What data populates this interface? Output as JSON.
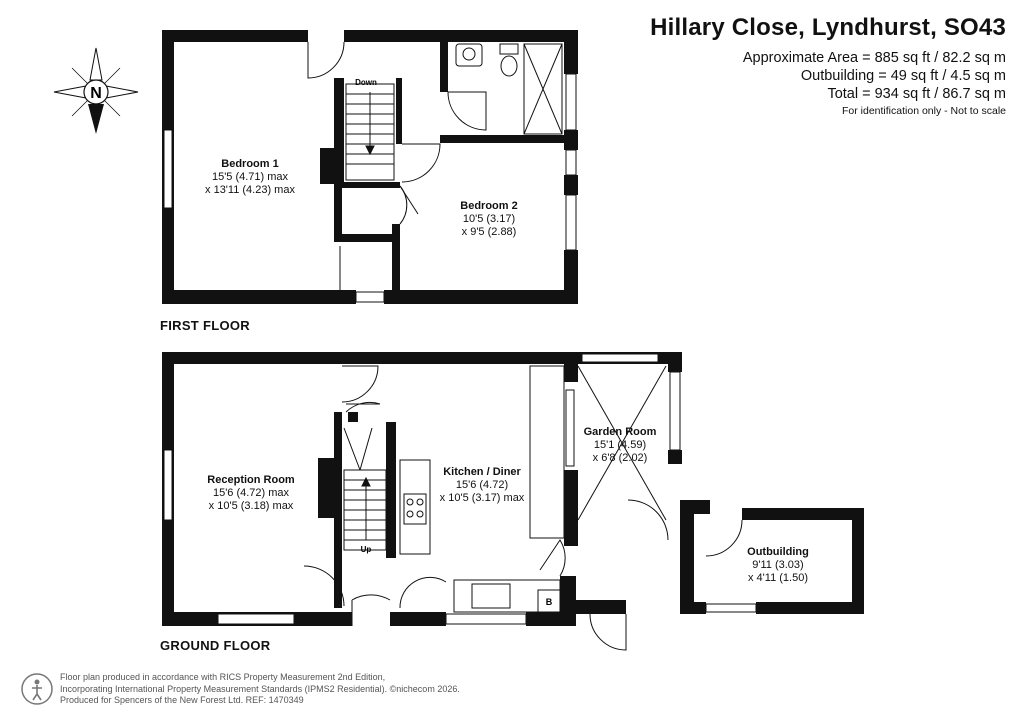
{
  "header": {
    "title": "Hillary Close, Lyndhurst, SO43",
    "area_main": "Approximate Area = 885 sq ft / 82.2 sq m",
    "area_outbuilding": "Outbuilding = 49 sq ft / 4.5 sq m",
    "area_total": "Total = 934 sq ft / 86.7 sq m",
    "disclaimer": "For identification only - Not to scale"
  },
  "compass": {
    "letter": "N",
    "icon": "north-compass-icon"
  },
  "floors": {
    "first": {
      "label": "FIRST FLOOR",
      "stair_label": "Down",
      "rooms": [
        {
          "name": "Bedroom 1",
          "dim1": "15'5 (4.71) max",
          "dim2": "x 13'11 (4.23) max"
        },
        {
          "name": "Bedroom 2",
          "dim1": "10'5 (3.17)",
          "dim2": "x 9'5 (2.88)"
        }
      ]
    },
    "ground": {
      "label": "GROUND FLOOR",
      "stair_label": "Up",
      "boiler_label": "B",
      "rooms": [
        {
          "name": "Reception Room",
          "dim1": "15'6 (4.72) max",
          "dim2": "x 10'5 (3.18) max"
        },
        {
          "name": "Kitchen / Diner",
          "dim1": "15'6 (4.72)",
          "dim2": "x 10'5 (3.17) max"
        },
        {
          "name": "Garden Room",
          "dim1": "15'1 (4.59)",
          "dim2": "x 6'8 (2.02)"
        },
        {
          "name": "Outbuilding",
          "dim1": "9'11 (3.03)",
          "dim2": "x 4'11 (1.50)"
        }
      ]
    }
  },
  "footer": {
    "line1": "Floor plan produced in accordance with RICS Property Measurement 2nd Edition,",
    "line2": "Incorporating International Property Measurement Standards (IPMS2 Residential).  ©nichecom 2026.",
    "line3": "Produced for Spencers of the New Forest Ltd.   REF:  1470349"
  }
}
